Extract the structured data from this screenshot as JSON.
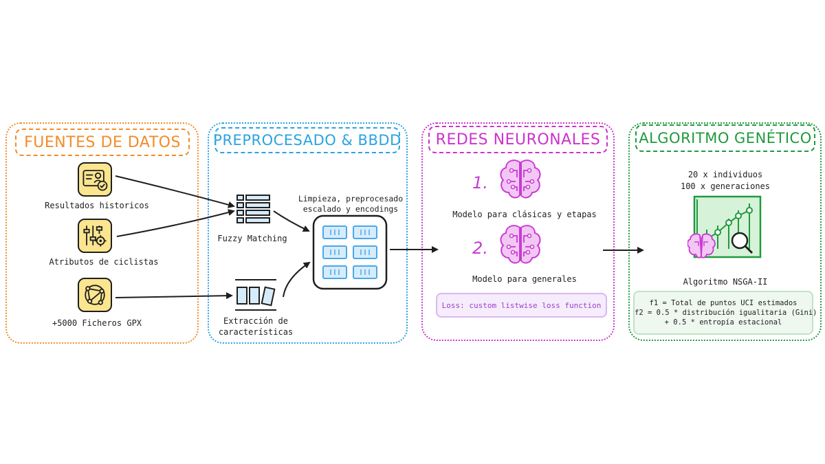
{
  "sections": {
    "fuentes": {
      "title": "FUENTES DE DATOS",
      "color": "#f28c28",
      "items": [
        {
          "icon": "contact-card-check-icon",
          "label": "Resultados historicos"
        },
        {
          "icon": "sliders-gear-icon",
          "label": "Atributos de ciclistas"
        },
        {
          "icon": "route-network-icon",
          "label": "+5000 Ficheros GPX"
        }
      ]
    },
    "preprocesado": {
      "title": "PREPROCESADO & BBDD",
      "color": "#2aa3e0",
      "fuzzy_label": "Fuzzy Matching",
      "extraction_label_1": "Extracción de",
      "extraction_label_2": "características",
      "cleaning_label_1": "Limpieza, preprocesado",
      "cleaning_label_2": "escalado y encodings",
      "database_icon": "database-grid-icon",
      "table_icon": "table-rows-icon",
      "feature_icon": "feature-blocks-icon",
      "accent": "#4aa8e8"
    },
    "redes": {
      "title": "REDES NEURONALES",
      "color": "#cc33cc",
      "model1_number": "1.",
      "model1_label": "Modelo para clásicas y etapas",
      "model2_number": "2.",
      "model2_label": "Modelo para generales",
      "loss_text": "Loss: custom listwise loss function",
      "brain_icon": "brain-circuit-icon"
    },
    "genetico": {
      "title": "ALGORITMO GENÉTICO",
      "color": "#1f9a3c",
      "individuals": "20 x individuos",
      "generations": "100 x generaciones",
      "algorithm_label": "Algoritmo NSGA-II",
      "formula_1": "f1 = Total de puntos UCI estimados",
      "formula_2": "f2 = 0.5 * distribución igualitaria (Gini)",
      "formula_3": "+ 0.5 * entropía estacional",
      "chart_icon": "chart-search-icon"
    }
  }
}
